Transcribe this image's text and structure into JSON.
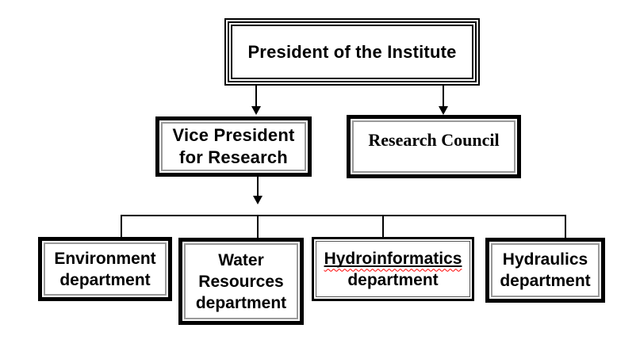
{
  "diagram": {
    "type": "organization-chart",
    "nodes": {
      "president": {
        "label": "President of the Institute"
      },
      "vice_president": {
        "lines": [
          "Vice President",
          "for Research"
        ]
      },
      "research_council": {
        "label": "Research Council"
      },
      "environment": {
        "lines": [
          "Environment",
          "department"
        ]
      },
      "water_resources": {
        "lines": [
          "Water",
          "Resources",
          "department"
        ]
      },
      "hydroinformatics": {
        "lines": [
          "Hydroinformatics",
          "department"
        ],
        "misspelled_word": "Hydroinformatics"
      },
      "hydraulics": {
        "lines": [
          "Hydraulics",
          "department"
        ]
      }
    },
    "edges": [
      {
        "from": "president",
        "to": "vice_president",
        "style": "arrow"
      },
      {
        "from": "president",
        "to": "research_council",
        "style": "arrow"
      },
      {
        "from": "vice_president",
        "to": "departments-bracket",
        "style": "arrow"
      },
      {
        "from": "departments-bracket",
        "to": "environment",
        "style": "line"
      },
      {
        "from": "departments-bracket",
        "to": "water_resources",
        "style": "line"
      },
      {
        "from": "departments-bracket",
        "to": "hydroinformatics",
        "style": "line"
      },
      {
        "from": "departments-bracket",
        "to": "hydraulics",
        "style": "line"
      }
    ],
    "colors": {
      "line": "#000000",
      "box_border": "#000000",
      "inner_border": "#9a9a9a",
      "background": "#ffffff",
      "text": "#000000",
      "spellcheck_squiggle": "#ff0000"
    }
  }
}
